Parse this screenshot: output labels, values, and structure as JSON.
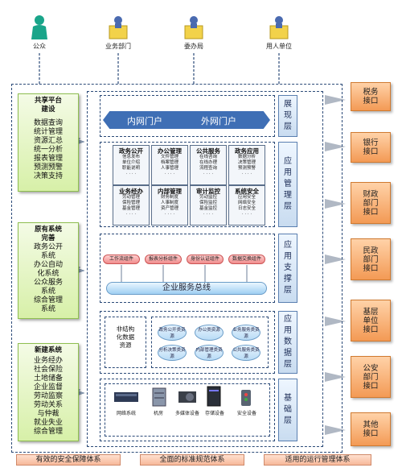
{
  "actors": [
    "公众",
    "业务部门",
    "委办局",
    "用人单位"
  ],
  "panels": [
    {
      "title": [
        "共享平台",
        "建设"
      ],
      "items": [
        "数据查询",
        "统计管理",
        "资源汇总",
        "统一分析",
        "报表管理",
        "预测预警",
        "决策支持"
      ]
    },
    {
      "title": [
        "原有系统",
        "完善"
      ],
      "items": [
        "政务公开",
        "系统",
        "办公自动",
        "化系统",
        "公众服务",
        "系统",
        "综合管理",
        "系统"
      ]
    },
    {
      "title": [
        "新建系统"
      ],
      "items": [
        "业务经办",
        "社会保险",
        "土地储备",
        "企业监督",
        "劳动监察",
        "劳动关系",
        "与仲裁",
        "就业失业",
        "综合管理"
      ]
    }
  ],
  "layers": {
    "display": {
      "name": "展现层",
      "portals": [
        "内网门户",
        "外网门户"
      ]
    },
    "app_mgmt": {
      "name": "应用管理层",
      "modules": [
        {
          "title": "政务公开",
          "lines": [
            "信息发布",
            "单位介绍",
            "职能说明"
          ]
        },
        {
          "title": "办公管理",
          "lines": [
            "文件管理",
            "档案管理",
            "人事管理"
          ]
        },
        {
          "title": "公共服务",
          "lines": [
            "在线咨询",
            "在线办理",
            "流程查询"
          ]
        },
        {
          "title": "政务应用",
          "lines": [
            "数据分析",
            "决策管理",
            "预测预警"
          ]
        },
        {
          "title": "业务经办",
          "lines": [
            "劳动管理",
            "保险管理",
            "基金管理"
          ]
        },
        {
          "title": "内部管理",
          "lines": [
            "财务制度",
            "人事制度",
            "资产管理"
          ]
        },
        {
          "title": "审计监控",
          "lines": [
            "劳动监控",
            "保险监控",
            "基金监控"
          ]
        },
        {
          "title": "系统安全",
          "lines": [
            "应用安全",
            "网络安全",
            "日志安全"
          ]
        }
      ]
    },
    "app_support": {
      "name": "应用支撑层",
      "pills": [
        "工作流组件",
        "报表分析组件",
        "身份认证组件",
        "数据交换组件"
      ],
      "bus": "企业服务总线"
    },
    "app_data": {
      "name": "应用数据层",
      "label": "非结构化数据资源",
      "dbs": [
        "政务公开类资源",
        "办公类资源",
        "业务服务类资源",
        "分析决策类资源",
        "内部管理类资源",
        "公共服务类资源"
      ]
    },
    "base": {
      "name": "基础层",
      "devices": [
        "网络系统",
        "机房",
        "多媒体设备",
        "存储设备",
        "安全设备"
      ]
    }
  },
  "interfaces": [
    "税务接口",
    "银行接口",
    "财政部门接口",
    "民政部门接口",
    "基层单位接口",
    "公安部门接口",
    "其他接口"
  ],
  "bottom": [
    "有效的安全保障体系",
    "全面的标准规范体系",
    "适用的运行管理体系"
  ],
  "colors": {
    "green": "#d7f0a8",
    "orange": "#f39a55",
    "blue_frame": "#2b4a78"
  }
}
